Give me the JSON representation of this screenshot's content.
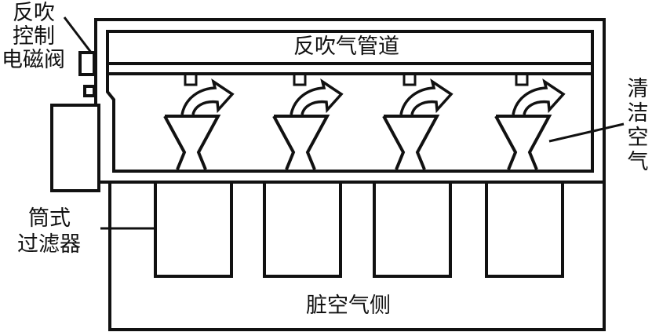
{
  "labels": {
    "valve": [
      "反吹",
      "控制",
      "电磁阀"
    ],
    "pipe": "反吹气管道",
    "clean_air": "清洁空气",
    "filter": [
      "筒式",
      "过滤器"
    ],
    "dirty_air": "脏空气侧"
  },
  "filter_count": 4,
  "colors": {
    "stroke": "#111111",
    "background": "#ffffff"
  }
}
